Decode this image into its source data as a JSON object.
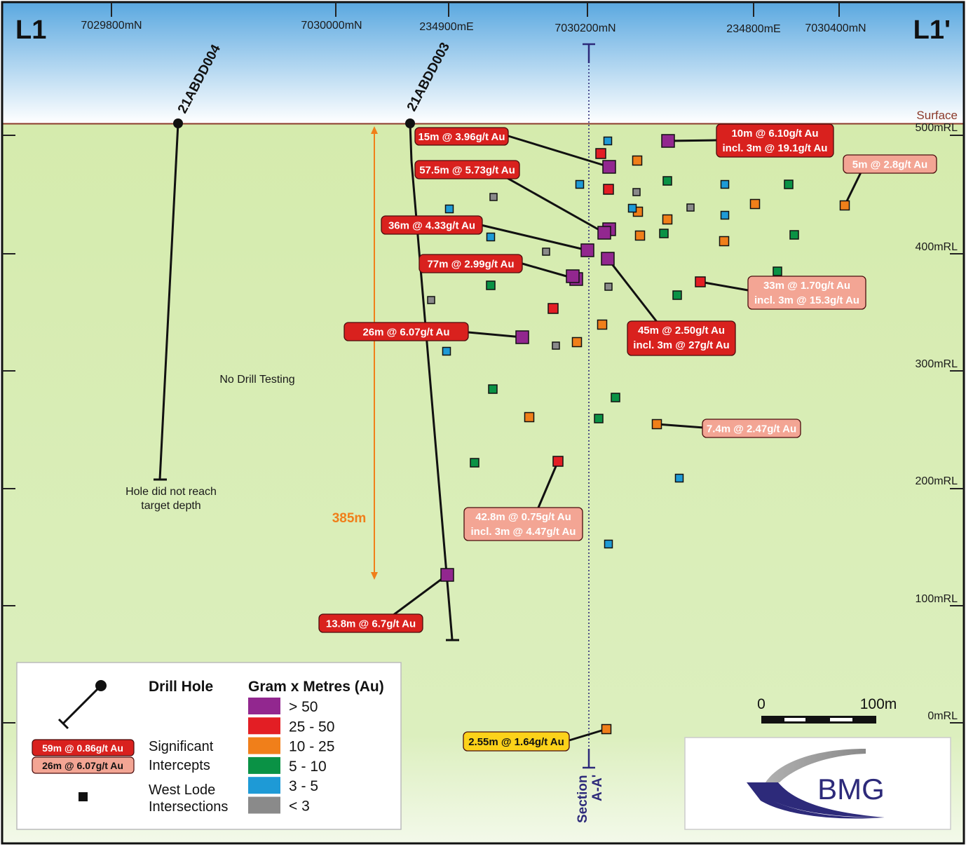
{
  "section": {
    "left_label": "L1",
    "right_label": "L1'",
    "surface_label": "Surface",
    "top_ticks": [
      "7029800mN",
      "7030000mN",
      "234900mE",
      "7030200mN",
      "234800mE",
      "7030400mN"
    ],
    "rl_labels": [
      "500mRL",
      "400mRL",
      "300mRL",
      "200mRL",
      "100mRL",
      "0mRL"
    ],
    "section_line_label_1": "Section",
    "section_line_label_2": "A-A'"
  },
  "drill_holes": [
    {
      "id": "21ABDD004",
      "note_1": "Hole did not reach",
      "note_2": "target depth"
    },
    {
      "id": "21ABDD003"
    }
  ],
  "annotations": {
    "no_drill": "No Drill Testing",
    "depth": "385m"
  },
  "intercepts": [
    {
      "line1": "15m @ 3.96g/t Au",
      "line2": "",
      "style": "strong"
    },
    {
      "line1": "57.5m @ 5.73g/t Au",
      "line2": "",
      "style": "strong"
    },
    {
      "line1": "36m @ 4.33g/t Au",
      "line2": "",
      "style": "strong"
    },
    {
      "line1": "77m @ 2.99g/t Au",
      "line2": "",
      "style": "strong"
    },
    {
      "line1": "26m @ 6.07g/t Au",
      "line2": "",
      "style": "strong"
    },
    {
      "line1": "13.8m @ 6.7g/t Au",
      "line2": "",
      "style": "strong"
    },
    {
      "line1": "10m @ 6.10g/t Au",
      "line2": "incl. 3m @ 19.1g/t Au",
      "style": "strong"
    },
    {
      "line1": "45m @ 2.50g/t Au",
      "line2": "incl. 3m @ 27g/t Au",
      "style": "strong"
    },
    {
      "line1": "5m @ 2.8g/t Au",
      "line2": "",
      "style": "light"
    },
    {
      "line1": "33m @ 1.70g/t Au",
      "line2": "incl. 3m @ 15.3g/t Au",
      "style": "light"
    },
    {
      "line1": "7.4m @ 2.47g/t Au",
      "line2": "",
      "style": "light"
    },
    {
      "line1": "42.8m @ 0.75g/t Au",
      "line2": "incl. 3m @ 4.47g/t Au",
      "style": "light"
    },
    {
      "line1": "2.55m @ 1.64g/t Au",
      "line2": "",
      "style": "yellow"
    }
  ],
  "legend": {
    "drill_hole_title": "Drill Hole",
    "gm_title": "Gram x Metres (Au)",
    "sig_1": "Significant",
    "sig_2": "Intercepts",
    "west_1": "West Lode",
    "west_2": "Intersections",
    "sample_1": "59m @ 0.86g/t Au",
    "sample_2": "26m @ 6.07g/t Au",
    "classes": [
      {
        "label": "> 50",
        "color": "#92278f"
      },
      {
        "label": "25 - 50",
        "color": "#e31e24"
      },
      {
        "label": "10 - 25",
        "color": "#f07f1a"
      },
      {
        "label": "5 - 10",
        "color": "#0a9245"
      },
      {
        "label": "3 - 5",
        "color": "#1e9ad6"
      },
      {
        "label": "< 3",
        "color": "#8a8a8a"
      }
    ]
  },
  "scale": {
    "start": "0",
    "end": "100m"
  },
  "logo": {
    "text": "BMG"
  },
  "colors": {
    "sky_top": "#5aa8e0",
    "ground": "#d7ecb0",
    "label_strong": "#d9211e",
    "label_light": "#f3a594",
    "label_yellow": "#fcd21a",
    "surface_line": "#8b3a2a",
    "depth_arrow": "#f07f1a",
    "section_line": "#2d2a7a"
  }
}
